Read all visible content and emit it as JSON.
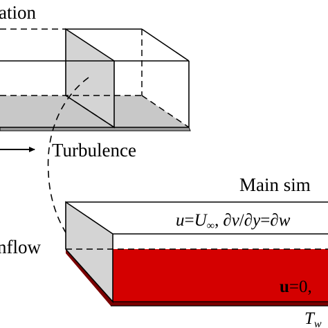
{
  "top_box": {
    "title_partial": "ation",
    "arrow_label": "Turbulence"
  },
  "main_box": {
    "title_partial": "Main sim",
    "inflow_label_partial": "nflow",
    "top_bc": {
      "lhs": "u",
      "eq1": "=",
      "U": "U",
      "inf": "∞",
      "comma": ",",
      "d1": "∂",
      "v": "v",
      "slash": "/",
      "d2": "∂",
      "y": "y",
      "eq2": "=",
      "d3": "∂",
      "w_partial": "w"
    },
    "bottom_bc": {
      "u_bold": "u",
      "rest": "=0,"
    },
    "wall_temp": {
      "T": "T",
      "sub": "w"
    }
  },
  "colors": {
    "wall_gray": "#c8c8c8",
    "inflow_plane_gray": "#d4d4d4",
    "main_wall_red": "#d40000",
    "dark_red": "#7a0000",
    "line": "#000000"
  }
}
